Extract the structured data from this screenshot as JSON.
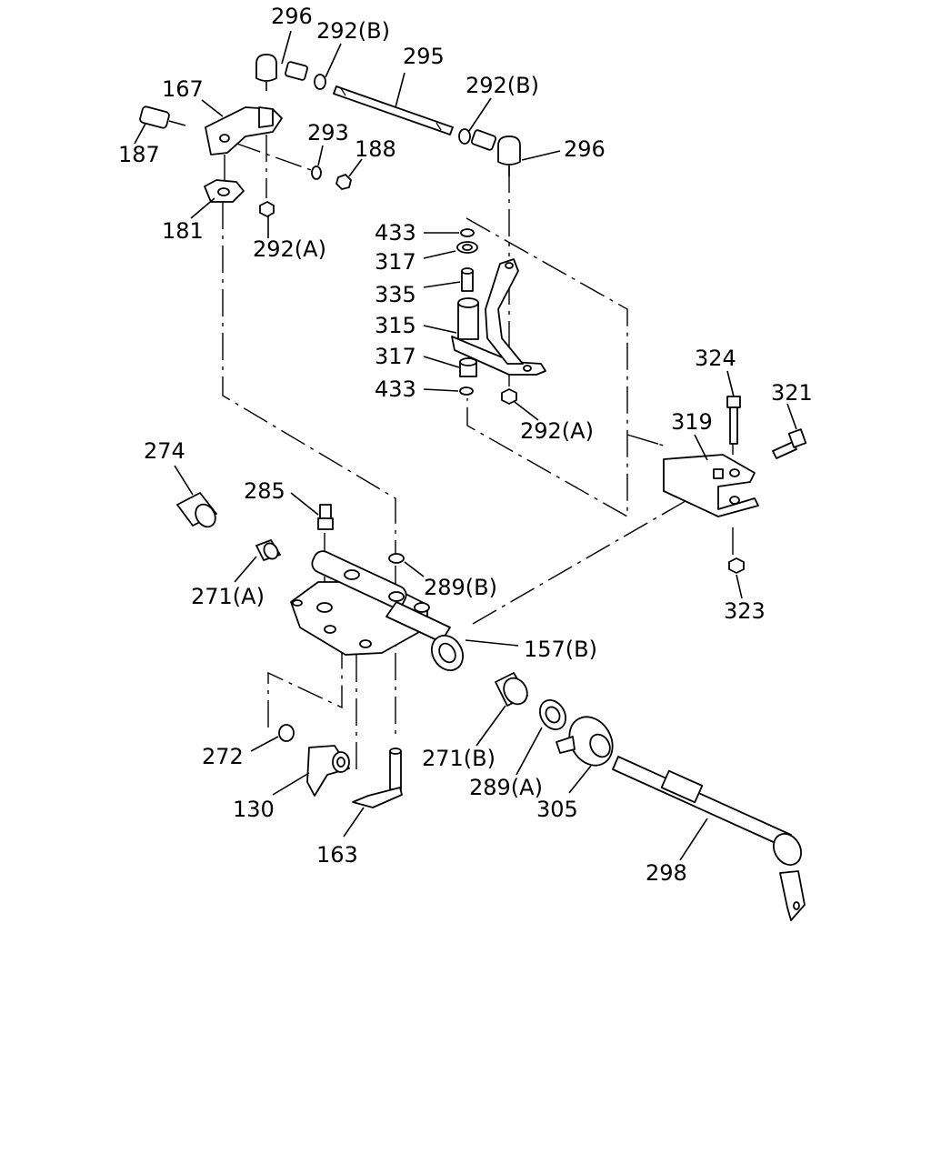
{
  "diagram": {
    "labels": {
      "l296a": "296",
      "l292b1": "292(B)",
      "l295": "295",
      "l167": "167",
      "l292b2": "292(B)",
      "l187": "187",
      "l293": "293",
      "l188": "188",
      "l296b": "296",
      "l181": "181",
      "l292a1": "292(A)",
      "l433a": "433",
      "l317a": "317",
      "l335": "335",
      "l315": "315",
      "l317b": "317",
      "l433b": "433",
      "l292a2": "292(A)",
      "l324": "324",
      "l321": "321",
      "l319": "319",
      "l274": "274",
      "l285": "285",
      "l271a": "271(A)",
      "l289b": "289(B)",
      "l323": "323",
      "l157b": "157(B)",
      "l272": "272",
      "l271b": "271(B)",
      "l130": "130",
      "l289a": "289(A)",
      "l305": "305",
      "l163": "163",
      "l298": "298"
    }
  }
}
